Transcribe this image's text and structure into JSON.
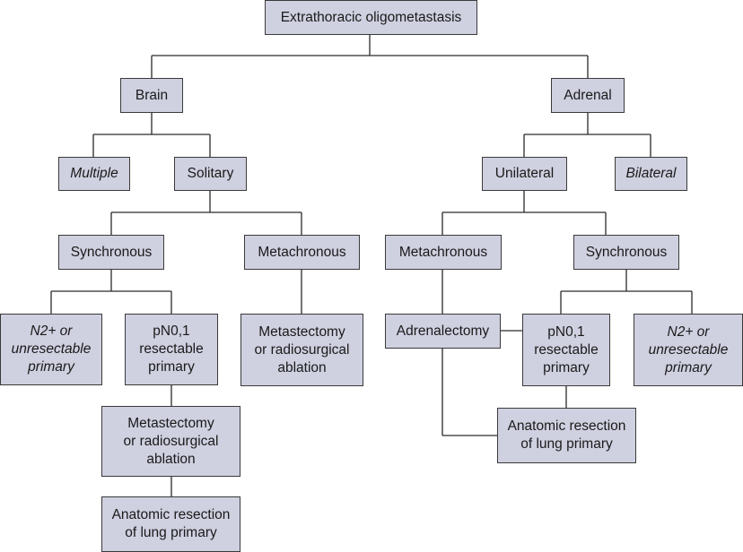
{
  "diagram": {
    "title": "Extrathoracic oligometastasis",
    "colors": {
      "node_fill": "#cfd0e0",
      "node_border": "#3a3a3a",
      "edge": "#2a2a2a",
      "background": "#ffffff"
    },
    "nodes": {
      "root": {
        "label": "Extrathoracic oligometastasis",
        "italic": false
      },
      "brain": {
        "label": "Brain",
        "italic": false
      },
      "adrenal": {
        "label": "Adrenal",
        "italic": false
      },
      "brain_multiple": {
        "label": "Multiple",
        "italic": true
      },
      "brain_solitary": {
        "label": "Solitary",
        "italic": false
      },
      "adrenal_unilateral": {
        "label": "Unilateral",
        "italic": false
      },
      "adrenal_bilateral": {
        "label": "Bilateral",
        "italic": true
      },
      "brain_synchronous": {
        "label": "Synchronous",
        "italic": false
      },
      "brain_metachronous": {
        "label": "Metachronous",
        "italic": false
      },
      "adrenal_metachronous": {
        "label": "Metachronous",
        "italic": false
      },
      "adrenal_synchronous": {
        "label": "Synchronous",
        "italic": false
      },
      "brain_n2_unresectable": {
        "label": "N2+ or\nunresectable\nprimary",
        "italic": true
      },
      "brain_pn01_resectable": {
        "label": "pN0,1\nresectable\nprimary",
        "italic": false
      },
      "brain_metachronous_treatment": {
        "label": "Metastectomy\nor radiosurgical\nablation",
        "italic": false
      },
      "adrenalectomy": {
        "label": "Adrenalectomy",
        "italic": false
      },
      "adrenal_pn01_resectable": {
        "label": "pN0,1\nresectable\nprimary",
        "italic": false
      },
      "adrenal_n2_unresectable": {
        "label": "N2+ or\nunresectable\nprimary",
        "italic": true
      },
      "brain_synchronous_treatment": {
        "label": "Metastectomy\nor radiosurgical\nablation",
        "italic": false
      },
      "adrenal_lung_resection": {
        "label": "Anatomic resection\nof lung primary",
        "italic": false
      },
      "brain_lung_resection": {
        "label": "Anatomic resection\nof lung primary",
        "italic": false
      }
    },
    "edges": [
      [
        "root",
        "brain"
      ],
      [
        "root",
        "adrenal"
      ],
      [
        "brain",
        "brain_multiple"
      ],
      [
        "brain",
        "brain_solitary"
      ],
      [
        "adrenal",
        "adrenal_unilateral"
      ],
      [
        "adrenal",
        "adrenal_bilateral"
      ],
      [
        "brain_solitary",
        "brain_synchronous"
      ],
      [
        "brain_solitary",
        "brain_metachronous"
      ],
      [
        "adrenal_unilateral",
        "adrenal_metachronous"
      ],
      [
        "adrenal_unilateral",
        "adrenal_synchronous"
      ],
      [
        "brain_synchronous",
        "brain_n2_unresectable"
      ],
      [
        "brain_synchronous",
        "brain_pn01_resectable"
      ],
      [
        "brain_metachronous",
        "brain_metachronous_treatment"
      ],
      [
        "adrenal_metachronous",
        "adrenalectomy"
      ],
      [
        "adrenal_synchronous",
        "adrenal_pn01_resectable"
      ],
      [
        "adrenal_synchronous",
        "adrenal_n2_unresectable"
      ],
      [
        "brain_pn01_resectable",
        "brain_synchronous_treatment"
      ],
      [
        "brain_synchronous_treatment",
        "brain_lung_resection"
      ],
      [
        "adrenalectomy",
        "adrenal_pn01_resectable"
      ],
      [
        "adrenal_pn01_resectable",
        "adrenal_lung_resection"
      ],
      [
        "adrenalectomy",
        "adrenal_lung_resection"
      ]
    ]
  }
}
